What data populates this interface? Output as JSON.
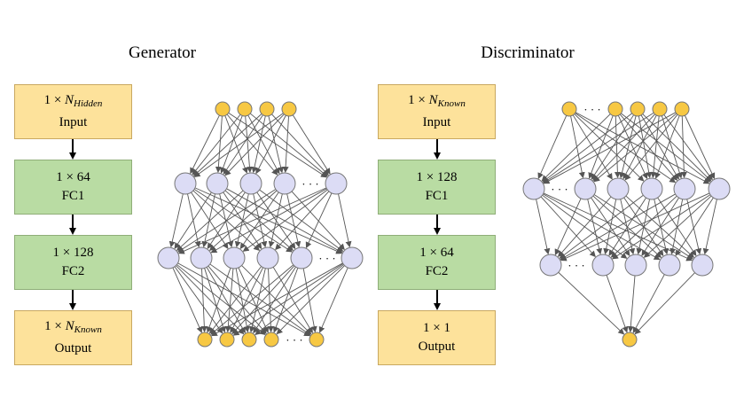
{
  "generator": {
    "title": "Generator",
    "blocks": [
      {
        "dim_prefix": "1 × ",
        "dim_var": "N",
        "dim_sub": "Hidden",
        "label": "Input",
        "color": "#fde29b"
      },
      {
        "dim": "1 × 64",
        "label": "FC1",
        "color": "#b9dca3"
      },
      {
        "dim": "1 × 128",
        "label": "FC2",
        "color": "#b9dca3"
      },
      {
        "dim_prefix": "1 × ",
        "dim_var": "N",
        "dim_sub": "Known",
        "label": "Output",
        "color": "#fde29b"
      }
    ]
  },
  "discriminator": {
    "title": "Discriminator",
    "blocks": [
      {
        "dim_prefix": "1 × ",
        "dim_var": "N",
        "dim_sub": "Known",
        "label": "Input",
        "color": "#fde29b"
      },
      {
        "dim": "1 × 128",
        "label": "FC1",
        "color": "#b9dca3"
      },
      {
        "dim": "1 × 64",
        "label": "FC2",
        "color": "#b9dca3"
      },
      {
        "dim": "1 × 1",
        "label": "Output",
        "color": "#fde29b"
      }
    ]
  },
  "ellipsis": "· · ·",
  "colors": {
    "io_node": "#f7c843",
    "hidden_node": "#dcdcf5",
    "edge": "#555555"
  }
}
